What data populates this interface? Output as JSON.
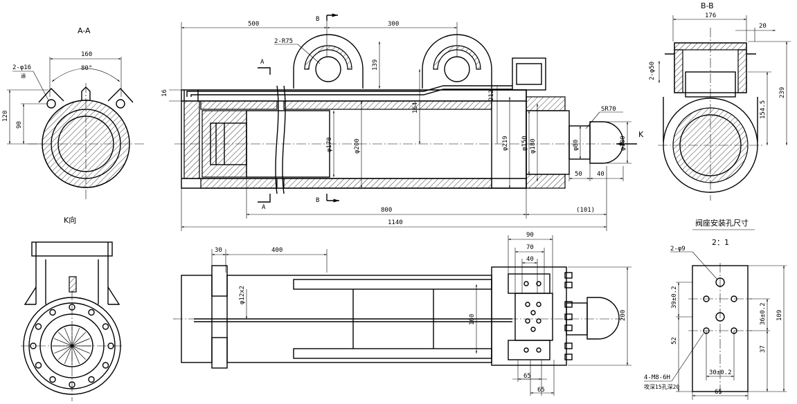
{
  "views": {
    "section_aa": {
      "title": "A-A",
      "dims": [
        "160",
        "80°",
        "2-φ16",
        "120",
        "90",
        "通"
      ]
    },
    "view_k": {
      "title": "K向"
    },
    "main": {
      "dims": [
        "500",
        "300",
        "2-R75",
        "139",
        "16",
        "164",
        "212",
        "φ170",
        "φ200",
        "φ219",
        "φ150",
        "φ180",
        "φ80",
        "φ100",
        "SR70",
        "50",
        "40",
        "800",
        "(101)",
        "1140"
      ],
      "section_labels": [
        "A",
        "A",
        "B",
        "B"
      ],
      "arrow_label": "K"
    },
    "section_bb": {
      "title": "B-B",
      "dims": [
        "176",
        "20",
        "2-φ50",
        "239",
        "154.5"
      ]
    },
    "plan": {
      "dims": [
        "30",
        "400",
        "φ12x2",
        "160",
        "200",
        "90",
        "70",
        "40",
        "65",
        "65"
      ]
    },
    "valve": {
      "title": "阀座安装孔尺寸",
      "scale": "2：1",
      "dims": [
        "2-φ9",
        "39±0.2",
        "36±0.2",
        "52",
        "37",
        "109",
        "30±0.2",
        "65",
        "4-M8-6H",
        "攻深15孔深20"
      ]
    }
  }
}
